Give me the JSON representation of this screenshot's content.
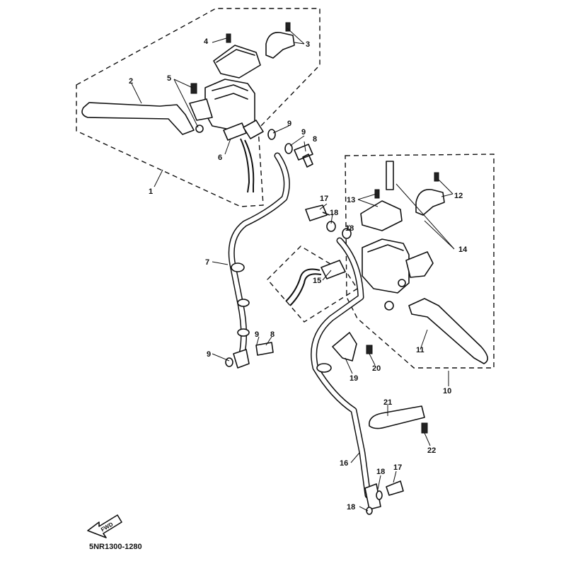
{
  "diagram": {
    "drawing_code": "5NR1300-1280",
    "fwd_label": "FWD",
    "callouts": {
      "c1": "1",
      "c2": "2",
      "c3": "3",
      "c4": "4",
      "c5": "5",
      "c6": "6",
      "c7": "7",
      "c8a": "8",
      "c8b": "8",
      "c9a": "9",
      "c9b": "9",
      "c9c": "9",
      "c9d": "9",
      "c10": "10",
      "c11": "11",
      "c12": "12",
      "c13": "13",
      "c14": "14",
      "c15": "15",
      "c16": "16",
      "c17a": "17",
      "c17b": "17",
      "c18a": "18",
      "c18b": "18",
      "c18c": "18",
      "c18d": "18",
      "c19": "19",
      "c20": "20",
      "c21": "21",
      "c22": "22"
    }
  }
}
